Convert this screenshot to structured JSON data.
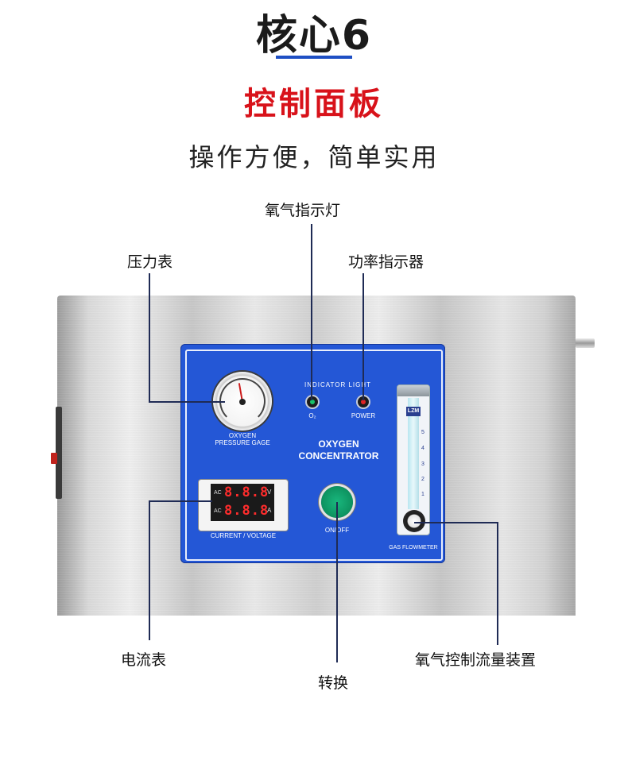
{
  "header": {
    "title": "核心6",
    "section_title": "控制面板",
    "subtitle": "操作方便，简单实用"
  },
  "callouts": {
    "oxygen_indicator": "氧气指示灯",
    "pressure_gauge": "压力表",
    "power_indicator": "功率指示器",
    "ammeter": "电流表",
    "switch": "转换",
    "flow_control": "氧气控制流量装置"
  },
  "panel": {
    "indicator_light": "INDICATOR LIGHT",
    "o2_label": "O₂",
    "power_label": "POWER",
    "gauge_label_1": "OXYGEN",
    "gauge_label_2": "PRESSURE GAGE",
    "product_name_1": "OXYGEN",
    "product_name_2": "CONCENTRATOR",
    "meter_label": "CURRENT / VOLTAGE",
    "meter_display_top": "8.8.8",
    "meter_display_bottom": "8.8.8",
    "meter_ac": "AC",
    "meter_unit_v": "V",
    "meter_unit_a": "A",
    "onoff_label": "ON/OFF",
    "flowmeter_label": "GAS FLOWMETER",
    "flowmeter_brand": "LZM",
    "flowmeter_scale": [
      "5",
      "4",
      "3",
      "2",
      "1"
    ]
  },
  "colors": {
    "accent_red": "#d8121a",
    "accent_blue": "#1e4fc4",
    "panel_blue": "#2457d6",
    "o2_led": "#19c26a",
    "power_led": "#e02424"
  }
}
